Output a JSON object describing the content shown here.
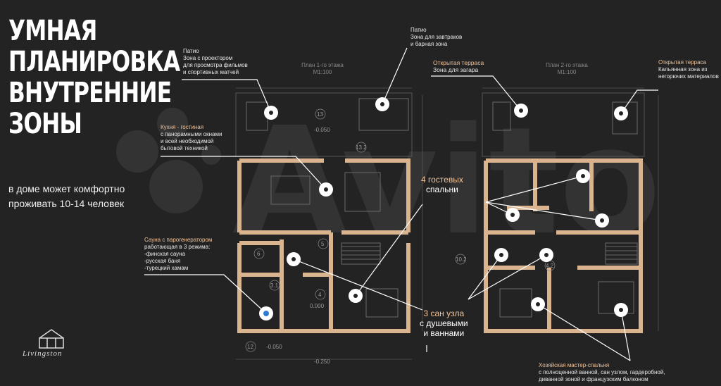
{
  "title_lines": [
    "УМНАЯ",
    "ПЛАНИРОВКА",
    "ВНУТРЕННИЕ",
    "ЗОНЫ"
  ],
  "subtitle_lines": [
    "в доме может комфортно",
    "проживать 10-14 человек"
  ],
  "callouts": {
    "patio1": {
      "lines": [
        "Патио",
        "Зона с проектором",
        "для просмотра фильмов",
        "и спортивных матчей"
      ]
    },
    "patio2": {
      "lines": [
        "Патио",
        "Зона для завтраков",
        "и барная зона"
      ]
    },
    "terrace1": {
      "lines": [
        "Открытая терраса",
        "Зона для загара"
      ]
    },
    "terrace2": {
      "lines": [
        "Открытая терраса",
        "Кальянная зона из",
        "негорючих материалов"
      ]
    },
    "kitchen": {
      "lines": [
        "Кухня - гостиная",
        "с панорамными окнами",
        "и всей необходимой",
        "бытовой техникой"
      ]
    },
    "sauna": {
      "lines": [
        "Сауна с парогенератором",
        "работающая в 3 режима:",
        "-финская сауна",
        "-русская баня",
        "-турецкий хамам"
      ]
    },
    "master": {
      "lines": [
        "Хозяйская мастер-спальня",
        "с полноценной ванной, сан узлом, гардеробной,",
        "диванной зоной и французским балконом"
      ]
    }
  },
  "bedrooms": {
    "lines": [
      "4 гостевых",
      "спальни"
    ]
  },
  "bathrooms": {
    "lines": [
      "3 сан узла",
      "с душевыми",
      "и ваннами"
    ]
  },
  "plan1": {
    "lines": [
      "План 1-го этажа",
      "М1:100"
    ]
  },
  "plan2": {
    "lines": [
      "План 2-го этажа",
      "М1:100"
    ]
  },
  "room_numbers": [
    "13",
    "13.2",
    "5",
    "6",
    "3.1",
    "4",
    "12",
    "10.2",
    "4.2"
  ],
  "levels": [
    "-0.050",
    "0.000",
    "-0.050",
    "-0.250"
  ],
  "logo": {
    "text": "Livingston",
    "icon": "house-logo-icon"
  },
  "watermark": "Avito",
  "colors": {
    "background": "#232323",
    "walls": "#d9b48f",
    "accent_label": "#f3c49a",
    "marker": "#ffffff",
    "marker_blue": "#2f7dd6"
  }
}
